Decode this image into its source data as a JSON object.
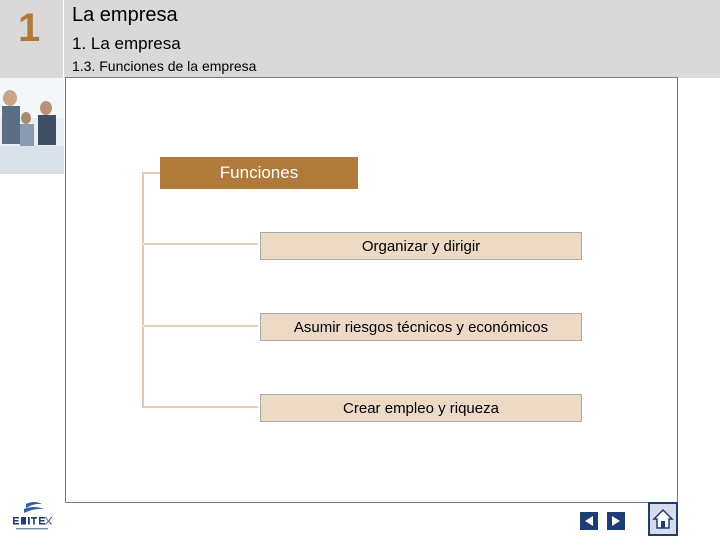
{
  "header": {
    "chapter_number": "1",
    "title": "La empresa",
    "section": "1. La empresa",
    "subsection": "1.3. Funciones de la empresa"
  },
  "diagram": {
    "root": "Funciones",
    "items": [
      "Organizar y dirigir",
      "Asumir riesgos técnicos y económicos",
      "Crear empleo y riqueza"
    ]
  },
  "colors": {
    "accent": "#b07a3a",
    "item_fill": "#ecd9c6",
    "header_bg": "#d9d9d9",
    "nav": "#1e3d73"
  },
  "icons": {
    "prev": "arrow-left-icon",
    "next": "arrow-right-icon",
    "home": "home-icon",
    "logo": "editex-logo"
  }
}
